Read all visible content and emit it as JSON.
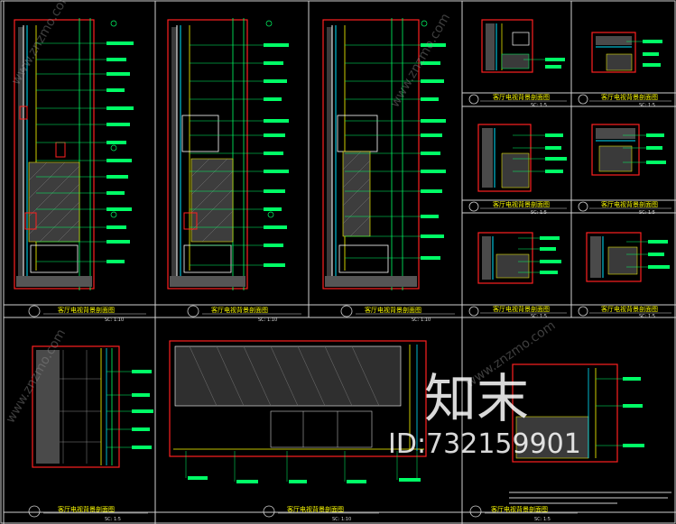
{
  "sections": [
    {
      "caption": "客厅电视背景剖面图",
      "scale": "SC: 1:10"
    },
    {
      "caption": "客厅电视背景剖面图",
      "scale": "SC: 1:10"
    },
    {
      "caption": "客厅电视背景剖面图",
      "scale": "SC: 1:10"
    },
    {
      "caption": "客厅电视背景剖面图",
      "scale": "SC: 1:5"
    },
    {
      "caption": "客厅电视背景剖面图",
      "scale": "SC: 1:5"
    },
    {
      "caption": "客厅电视背景剖面图",
      "scale": "SC: 1:5"
    },
    {
      "caption": "客厅电视背景剖面图",
      "scale": "SC: 1:5"
    },
    {
      "caption": "客厅电视背景剖面图",
      "scale": "SC: 1:5"
    },
    {
      "caption": "客厅电视背景剖面图",
      "scale": "SC: 1:5"
    },
    {
      "caption": "客厅电视背景剖面图",
      "scale": "SC: 1:5"
    },
    {
      "caption": "客厅电视背景剖面图",
      "scale": "SC: 1:10"
    },
    {
      "caption": "客厅电视背景剖面图",
      "scale": "SC: 1:5"
    }
  ],
  "watermark": {
    "logo_text": "知末",
    "id_text": "ID:732159901",
    "site_text": "www.znzmo.com"
  },
  "colors": {
    "frame": "#ff2020",
    "dim": "#00ff66",
    "cyan": "#00e5ff",
    "yellow": "#ffff00",
    "white": "#ffffff",
    "magenta": "#ff33ff"
  }
}
